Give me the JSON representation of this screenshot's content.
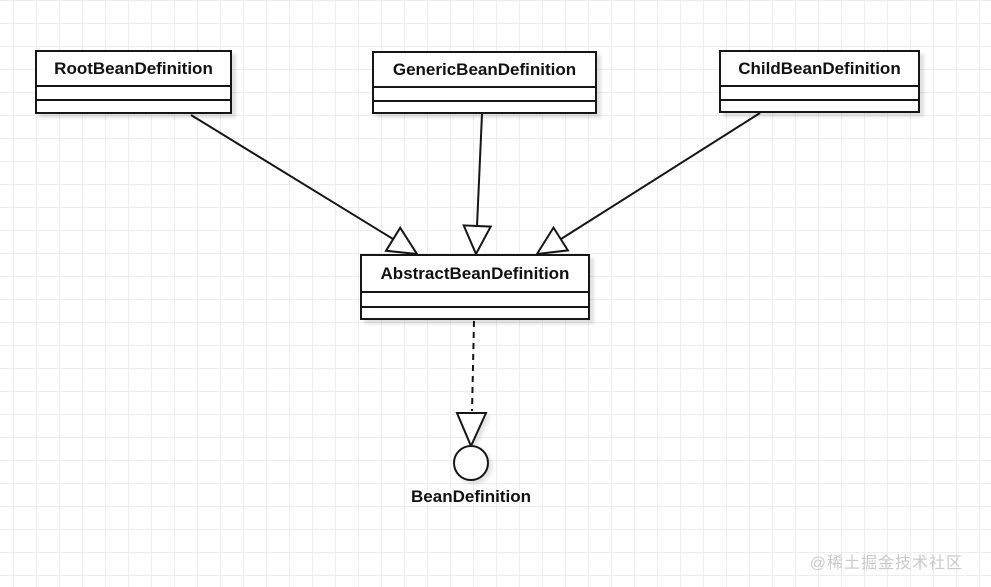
{
  "diagram": {
    "type": "uml-class-diagram",
    "classes": [
      {
        "name": "RootBeanDefinition"
      },
      {
        "name": "GenericBeanDefinition"
      },
      {
        "name": "ChildBeanDefinition"
      },
      {
        "name": "AbstractBeanDefinition"
      }
    ],
    "interface": {
      "label": "BeanDefinition"
    },
    "relationships": [
      {
        "from": "RootBeanDefinition",
        "to": "AbstractBeanDefinition",
        "type": "generalization",
        "arrow": "hollow-triangle",
        "line": "solid"
      },
      {
        "from": "GenericBeanDefinition",
        "to": "AbstractBeanDefinition",
        "type": "generalization",
        "arrow": "hollow-triangle",
        "line": "solid"
      },
      {
        "from": "ChildBeanDefinition",
        "to": "AbstractBeanDefinition",
        "type": "generalization",
        "arrow": "hollow-triangle",
        "line": "solid"
      },
      {
        "from": "AbstractBeanDefinition",
        "to": "BeanDefinition",
        "type": "realization",
        "arrow": "hollow-triangle",
        "line": "dashed",
        "target_symbol": "lollipop-circle"
      }
    ],
    "watermark": "@稀土掘金技术社区",
    "colors": {
      "stroke": "#161616",
      "node_fill": "#ffffff",
      "background": "#ffffff",
      "grid_line": "#ededed",
      "watermark": "#c9c9c9"
    }
  }
}
